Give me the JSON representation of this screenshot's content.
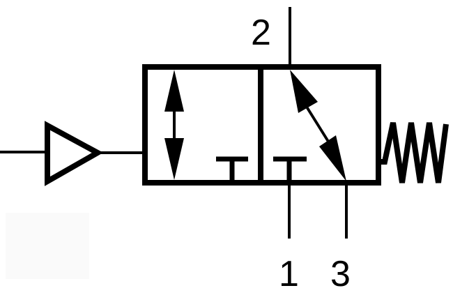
{
  "diagram": {
    "ports": {
      "port_2": "2",
      "port_1": "1",
      "port_3": "3"
    },
    "colors": {
      "line": "#000000",
      "background": "#ffffff"
    }
  }
}
